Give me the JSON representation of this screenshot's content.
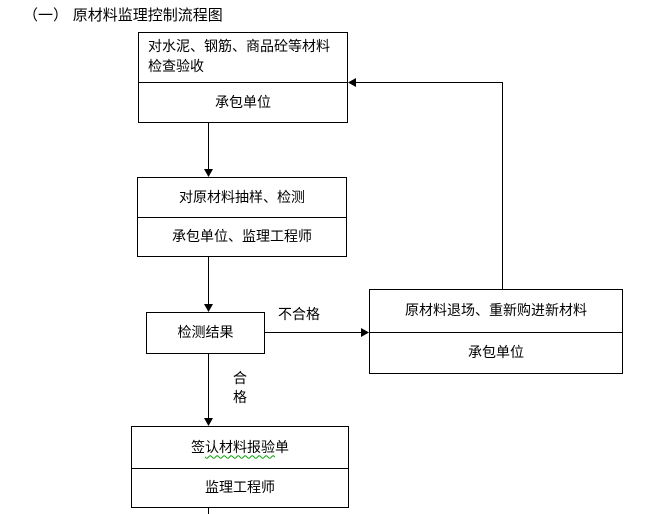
{
  "title": "（一） 原材料监理控制流程图",
  "nodes": {
    "inspection": {
      "action": "对水泥、钢筋、商品砼等材料检查验收",
      "actor": "承包单位"
    },
    "sampling": {
      "action": "对原材料抽样、检测",
      "actor": "承包单位、监理工程师"
    },
    "result": {
      "label": "检测结果"
    },
    "rework": {
      "action": "原材料退场、重新购进新材料",
      "actor": "承包单位"
    },
    "sign": {
      "action_parts": [
        "签",
        "认材料报验",
        "单"
      ],
      "actor": "监理工程师"
    }
  },
  "edge_labels": {
    "fail": "不合格",
    "pass": "合格"
  },
  "colors": {
    "line": "#000000",
    "spellcheck_wave": "#00a000",
    "background": "#ffffff"
  }
}
